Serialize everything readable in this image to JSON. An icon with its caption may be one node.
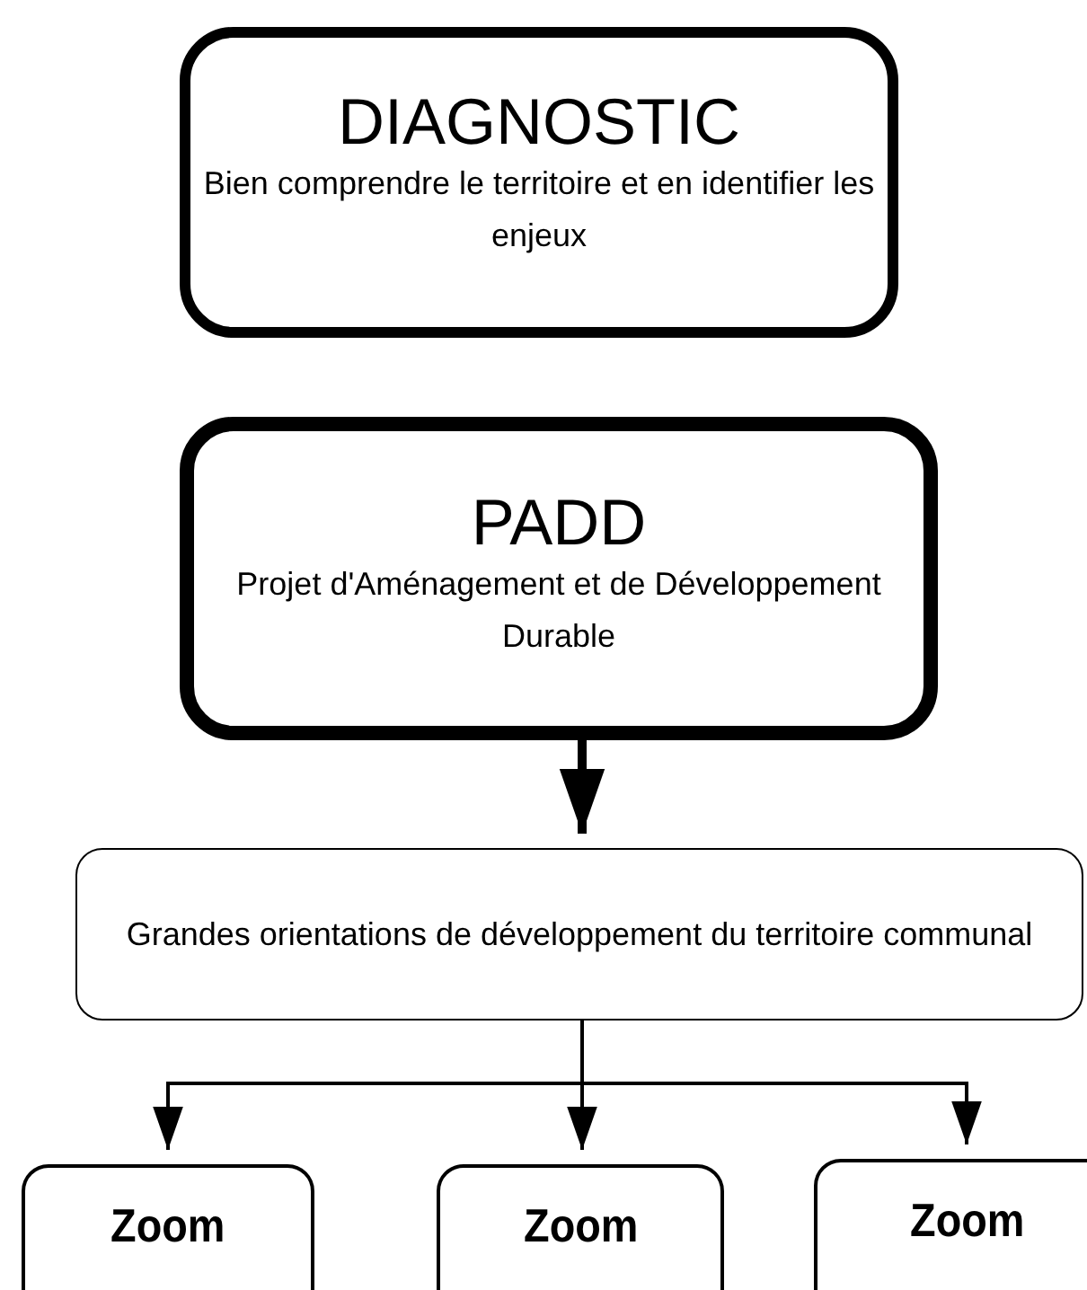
{
  "diagram": {
    "nodes": [
      {
        "text": [
          "DIAGNOSTIC",
          "Bien comprendre le territoire et en identifier les enjeux"
        ]
      },
      {
        "text": [
          "PADD",
          "Projet d'Aménagement et de Développement Durable"
        ]
      },
      {
        "text": [
          "Grandes orientations de développement du territoire communal"
        ]
      },
      {
        "text": [
          "Zoom"
        ]
      },
      {
        "text": [
          "Zoom"
        ]
      },
      {
        "text": [
          "Zoom"
        ]
      }
    ],
    "edges": [
      {
        "from": 1,
        "to": 2,
        "arrow": "to",
        "style": "thick"
      },
      {
        "from": 2,
        "to": 3,
        "arrow": "to"
      },
      {
        "from": 2,
        "to": 4,
        "arrow": "to"
      },
      {
        "from": 2,
        "to": 5,
        "arrow": "to"
      }
    ]
  }
}
